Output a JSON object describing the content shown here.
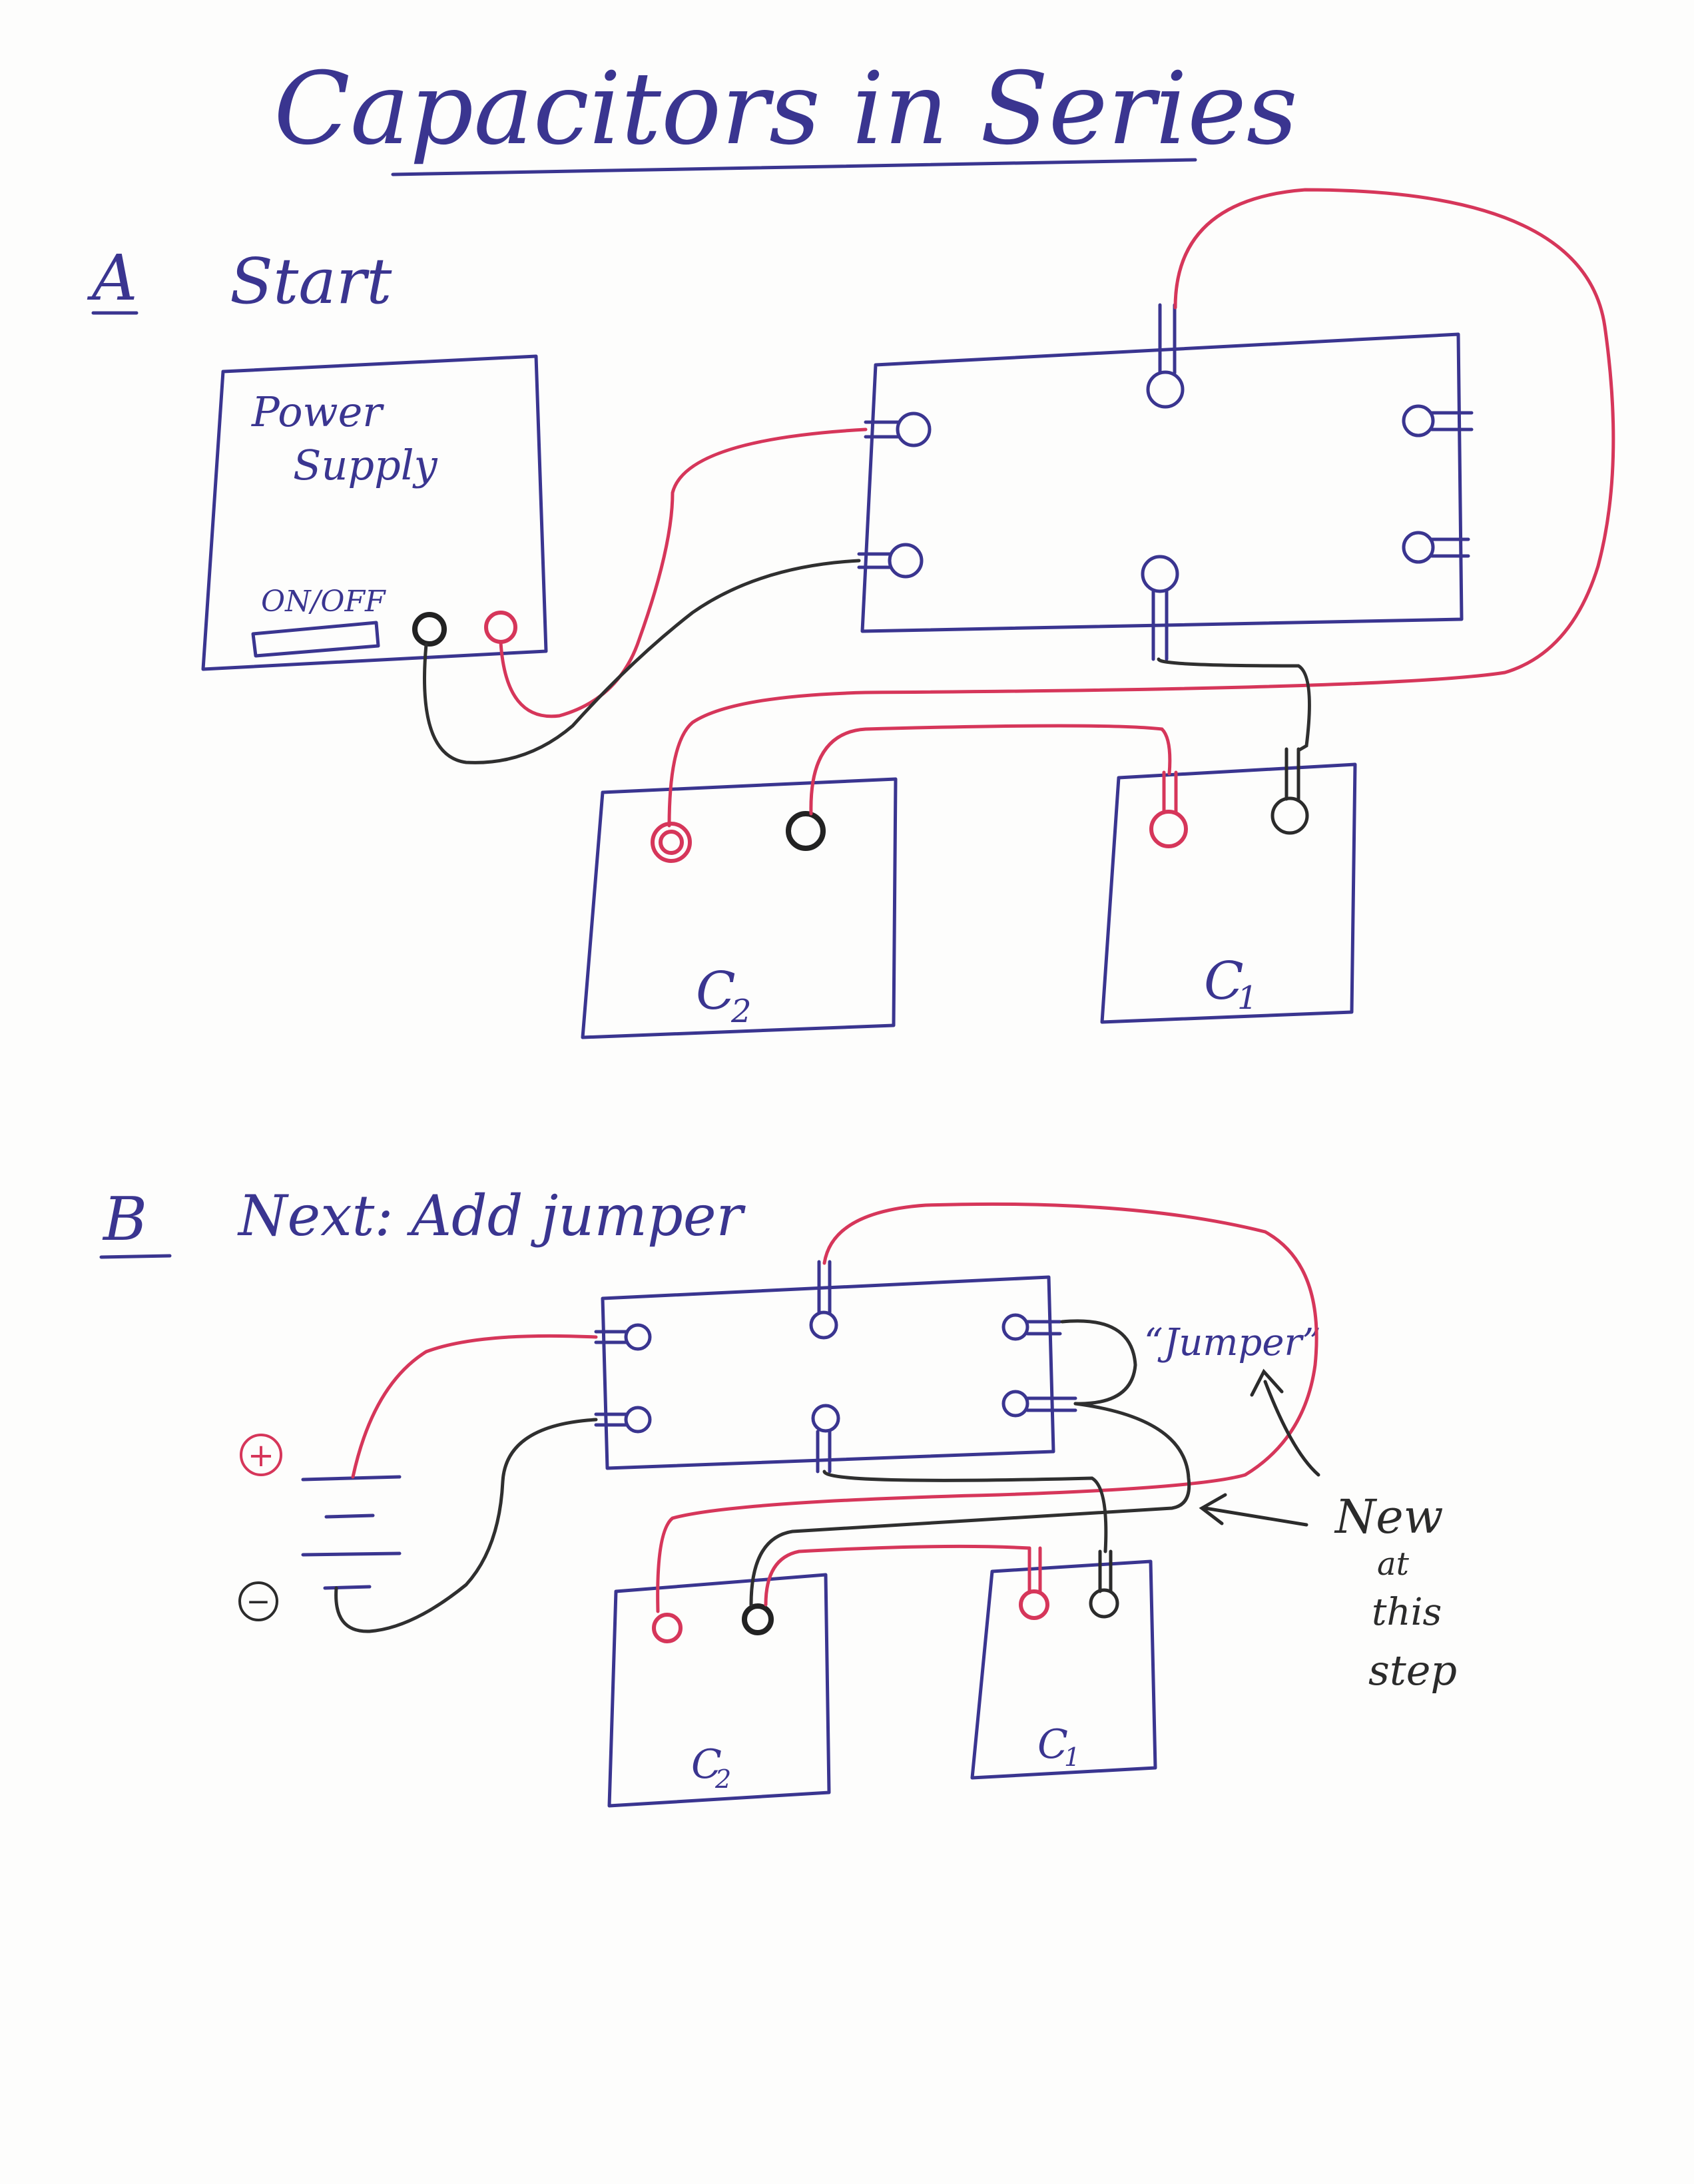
{
  "page": {
    "title": "Capacitors in Series"
  },
  "section_a": {
    "letter": "A",
    "heading": "Start",
    "power_supply_line1": "Power",
    "power_supply_line2": "Supply",
    "switch_label": "ON/OFF",
    "cap_left_label": "C",
    "cap_left_subscript": "2",
    "cap_right_label": "C",
    "cap_right_subscript": "1"
  },
  "section_b": {
    "letter": "B",
    "heading": "Next: Add jumper",
    "jumper_label": "“Jumper”",
    "new_line1": "New",
    "new_line2": "at",
    "new_line3": "this",
    "new_line4": "step",
    "plus_sign": "+",
    "minus_sign": "−",
    "cap_left_label": "C",
    "cap_left_subscript": "2",
    "cap_right_label": "C",
    "cap_right_subscript": "1"
  },
  "colors": {
    "ink_blue": "#3a3590",
    "wire_red": "#d6365a",
    "wire_black": "#2f2f2f"
  }
}
